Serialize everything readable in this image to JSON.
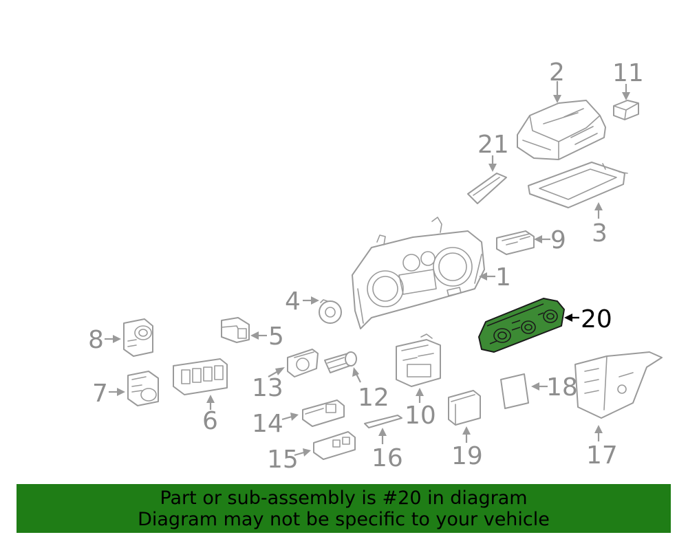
{
  "callouts": {
    "c1": "1",
    "c2": "2",
    "c3": "3",
    "c4": "4",
    "c5": "5",
    "c6": "6",
    "c7": "7",
    "c8": "8",
    "c9": "9",
    "c10": "10",
    "c11": "11",
    "c12": "12",
    "c13": "13",
    "c14": "14",
    "c15": "15",
    "c16": "16",
    "c17": "17",
    "c18": "18",
    "c19": "19",
    "c20": "20",
    "c21": "21"
  },
  "highlighted_part": "20",
  "colors": {
    "highlight": "#3c8a34",
    "banner": "#1f7d16",
    "line_art": "#9a9a9a"
  },
  "banner": {
    "line1": "Part or sub-assembly is #20 in diagram",
    "line2": "Diagram may not be specific to your vehicle"
  }
}
